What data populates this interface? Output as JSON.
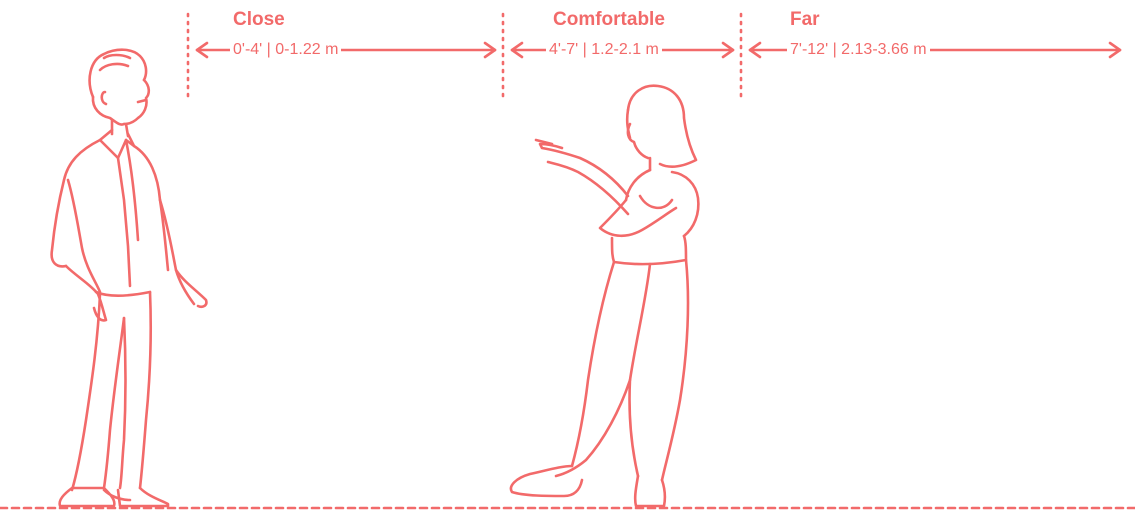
{
  "colors": {
    "accent": "#f26a6a",
    "background": "#ffffff"
  },
  "zones": [
    {
      "title": "Close",
      "range": "0'-4' | 0-1.22 m"
    },
    {
      "title": "Comfortable",
      "range": "4'-7' | 1.2-2.1 m"
    },
    {
      "title": "Far",
      "range": "7'-12' | 2.13-3.66 m"
    }
  ],
  "figures": [
    {
      "icon": "standing-man-icon"
    },
    {
      "icon": "pointing-woman-icon"
    }
  ]
}
